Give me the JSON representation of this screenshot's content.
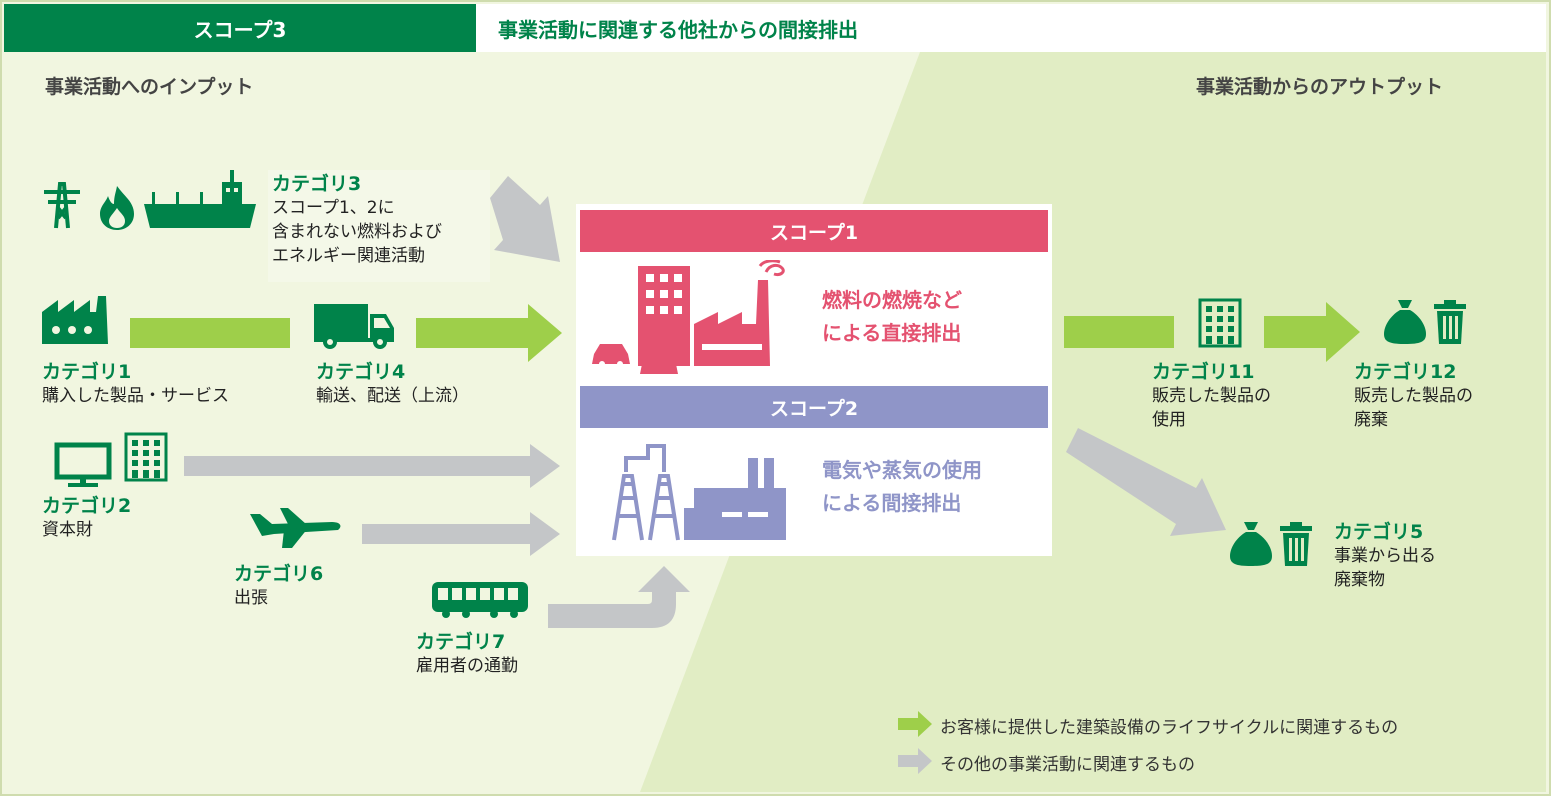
{
  "header": {
    "scope3_label": "スコープ3",
    "scope3_title": "事業活動に関連する他社からの間接排出"
  },
  "sections": {
    "input_label": "事業活動へのインプット",
    "output_label": "事業活動からのアウトプット"
  },
  "categories": {
    "cat3": {
      "label": "カテゴリ3",
      "lines": [
        "スコープ1、2に",
        "含まれない燃料および",
        "エネルギー関連活動"
      ]
    },
    "cat1": {
      "label": "カテゴリ1",
      "lines": [
        "購入した製品・サービス"
      ]
    },
    "cat4": {
      "label": "カテゴリ4",
      "lines": [
        "輸送、配送（上流）"
      ]
    },
    "cat2": {
      "label": "カテゴリ2",
      "lines": [
        "資本財"
      ]
    },
    "cat6": {
      "label": "カテゴリ6",
      "lines": [
        "出張"
      ]
    },
    "cat7": {
      "label": "カテゴリ7",
      "lines": [
        "雇用者の通勤"
      ]
    },
    "cat11": {
      "label": "カテゴリ11",
      "lines": [
        "販売した製品の",
        "使用"
      ]
    },
    "cat12": {
      "label": "カテゴリ12",
      "lines": [
        "販売した製品の",
        "廃棄"
      ]
    },
    "cat5": {
      "label": "カテゴリ5",
      "lines": [
        "事業から出る",
        "廃棄物"
      ]
    }
  },
  "scope1": {
    "label": "スコープ1",
    "lines": [
      "燃料の燃焼など",
      "による直接排出"
    ]
  },
  "scope2": {
    "label": "スコープ2",
    "lines": [
      "電気や蒸気の使用",
      "による間接排出"
    ]
  },
  "legend": {
    "green": "お客様に提供した建築設備のライフサイクルに関連するもの",
    "gray": "その他の事業活動に関連するもの"
  },
  "colors": {
    "brand_green": "#00834a",
    "arrow_green": "#9ecf4a",
    "arrow_gray": "#c4c6c8",
    "scope1": "#e45270",
    "scope2": "#8f95c8",
    "bg_left": "#f1f6e0",
    "bg_right": "#e1edc4"
  },
  "icons": [
    "pylon-icon",
    "flame-icon",
    "ship-icon",
    "factory-icon",
    "truck-icon",
    "computer-icon",
    "building-icon",
    "airplane-icon",
    "train-icon",
    "garbage-bag-icon",
    "trash-can-icon",
    "factory-smoke-icon",
    "car-icon",
    "power-plant-icon"
  ]
}
